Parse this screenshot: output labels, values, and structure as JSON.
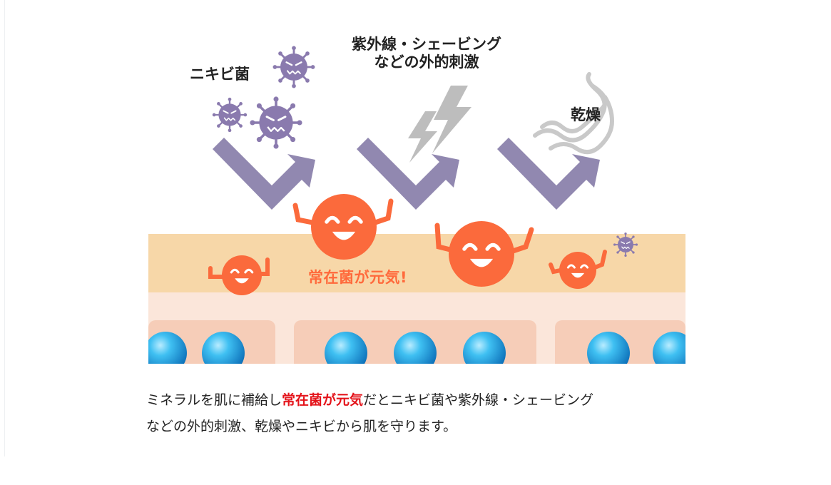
{
  "labels": {
    "acne": "ニキビ菌",
    "uv_line1": "紫外線・シェービング",
    "uv_line2": "などの外的刺激",
    "dryness": "乾燥",
    "cheer": "常在菌が元気!"
  },
  "caption": {
    "line1_prefix": "ミネラルを肌に補給し",
    "line1_highlight": "常在菌が元気",
    "line1_suffix": "だとニキビ菌や紫外線・シェービング",
    "line2": "などの外的刺激、乾燥やニキビから肌を守ります。"
  },
  "colors": {
    "arrow": "#9188b0",
    "germ": "#8a7aae",
    "friendly_bacteria": "#fb6a3c",
    "skin_top": "#f7d7a8",
    "skin_mid": "#fbe6da",
    "cell": "#f6cdb8",
    "mineral": "#1aa3e0",
    "highlight": "#e4141b"
  }
}
